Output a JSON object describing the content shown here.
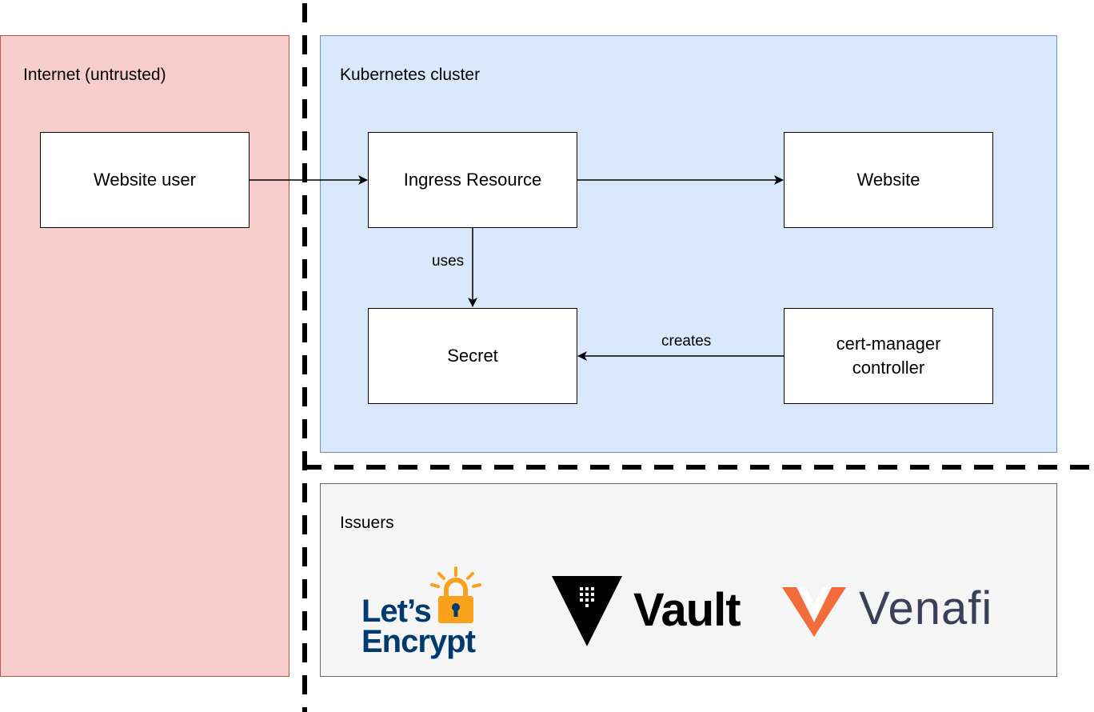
{
  "regions": {
    "internet": {
      "label": "Internet (untrusted)",
      "fill": "#f8cecc",
      "stroke": "#b85450"
    },
    "cluster": {
      "label": "Kubernetes cluster",
      "fill": "#dae8fc",
      "stroke": "#6c8ebf"
    },
    "issuers": {
      "label": "Issuers",
      "fill": "#f5f5f5",
      "stroke": "#666666"
    }
  },
  "nodes": {
    "website_user": "Website user",
    "ingress": "Ingress Resource",
    "website": "Website",
    "secret": "Secret",
    "cert_manager_line1": "cert-manager",
    "cert_manager_line2": "controller"
  },
  "edges": {
    "uses": "uses",
    "creates": "creates"
  },
  "logos": {
    "letsencrypt": {
      "line1": "Let’s",
      "line2": "Encrypt",
      "text_color": "#003a70",
      "accent": "#f9a11b"
    },
    "vault": {
      "text": "Vault",
      "color": "#000000"
    },
    "venafi": {
      "text": "Venafi",
      "text_color": "#3c3f58",
      "accent": "#f26b3a"
    }
  }
}
